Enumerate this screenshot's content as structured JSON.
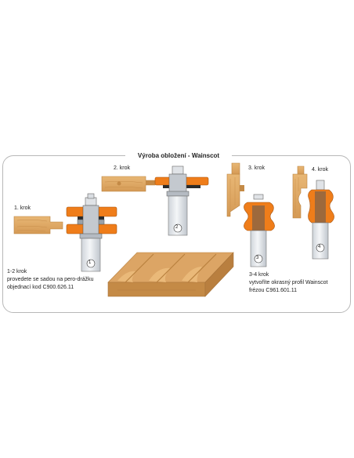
{
  "title": "Výroba obložení - Wainscot",
  "steps": [
    {
      "label": "1. krok",
      "badge": "1"
    },
    {
      "label": "2. krok",
      "badge": "2"
    },
    {
      "label": "3. krok",
      "badge": "3"
    },
    {
      "label": "4. krok",
      "badge": "4"
    }
  ],
  "note_left": {
    "line1": "1-2 krok",
    "line2": "provedete se sadou na pero-drážku",
    "line3": "objednací kod C900.626.11"
  },
  "note_right": {
    "line1": "3-4 krok",
    "line2": "vytvoříte okrasný profil Wainscot",
    "line3": "frézou C961.601.11"
  },
  "colors": {
    "wood": "#e2ad6a",
    "wood_dark": "#c48a46",
    "cutter": "#ef7d1a",
    "shank": "#e6e9ed",
    "border": "#b8b8b8"
  }
}
